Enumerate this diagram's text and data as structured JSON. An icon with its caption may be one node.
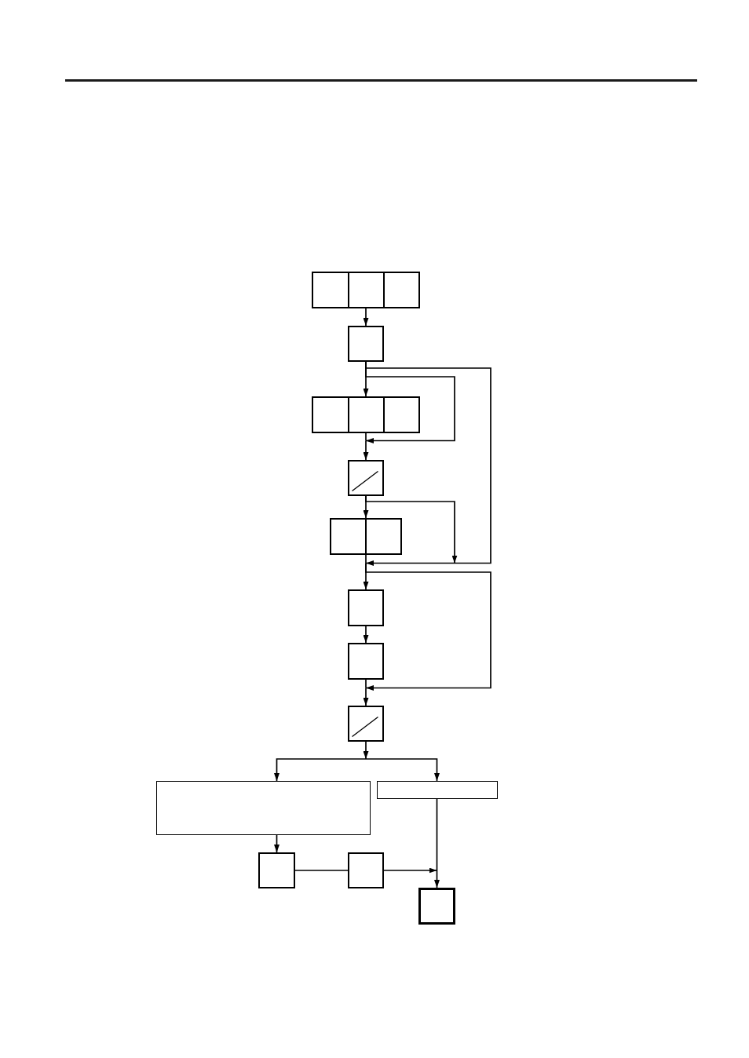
{
  "diagram": {
    "nodes": [
      {
        "text": [],
        "shape": "box"
      },
      {
        "text": [],
        "shape": "box"
      },
      {
        "text": [],
        "shape": "box"
      },
      {
        "text": [],
        "shape": "box"
      },
      {
        "text": [],
        "shape": "box"
      },
      {
        "text": [],
        "shape": "box"
      },
      {
        "text": [],
        "shape": "box"
      },
      {
        "text": [],
        "shape": "box"
      },
      {
        "text": [],
        "shape": "box"
      },
      {
        "text": [],
        "shape": "box"
      },
      {
        "text": [],
        "shape": "box"
      },
      {
        "text": [],
        "shape": "box"
      },
      {
        "text": [],
        "shape": "box"
      },
      {
        "text": [],
        "shape": "box"
      },
      {
        "text": [],
        "shape": "box"
      },
      {
        "text": [],
        "shape": "box"
      },
      {
        "text": [],
        "shape": "box"
      },
      {
        "text": [],
        "shape": "box"
      }
    ],
    "edges": [
      {
        "from": 1,
        "to": 3,
        "arrow": "to"
      },
      {
        "from": 3,
        "to": 5,
        "arrow": "to"
      },
      {
        "from": 3,
        "to": 7,
        "arrow": "to"
      },
      {
        "from": 5,
        "to": 7,
        "arrow": "to"
      },
      {
        "from": 3,
        "to": 10,
        "arrow": "to"
      },
      {
        "from": 3,
        "to": 12,
        "arrow": "to"
      },
      {
        "from": 7,
        "to": 8,
        "arrow": "to"
      },
      {
        "from": 7,
        "to": 10,
        "arrow": "to"
      },
      {
        "from": 7,
        "to": 12,
        "arrow": "to"
      },
      {
        "from": 8,
        "to": 10,
        "arrow": "to"
      },
      {
        "from": 8,
        "to": 12,
        "arrow": "to"
      },
      {
        "from": 10,
        "to": 11,
        "arrow": "to"
      },
      {
        "from": 11,
        "to": 12,
        "arrow": "to"
      },
      {
        "from": 12,
        "to": 13,
        "arrow": "to"
      },
      {
        "from": 12,
        "to": 14,
        "arrow": "to"
      },
      {
        "from": 13,
        "to": 15,
        "arrow": "to"
      },
      {
        "from": 15,
        "to": 16,
        "arrow": "none"
      },
      {
        "from": 16,
        "to": 17,
        "arrow": "to"
      },
      {
        "from": 14,
        "to": 17,
        "arrow": "to"
      }
    ]
  }
}
